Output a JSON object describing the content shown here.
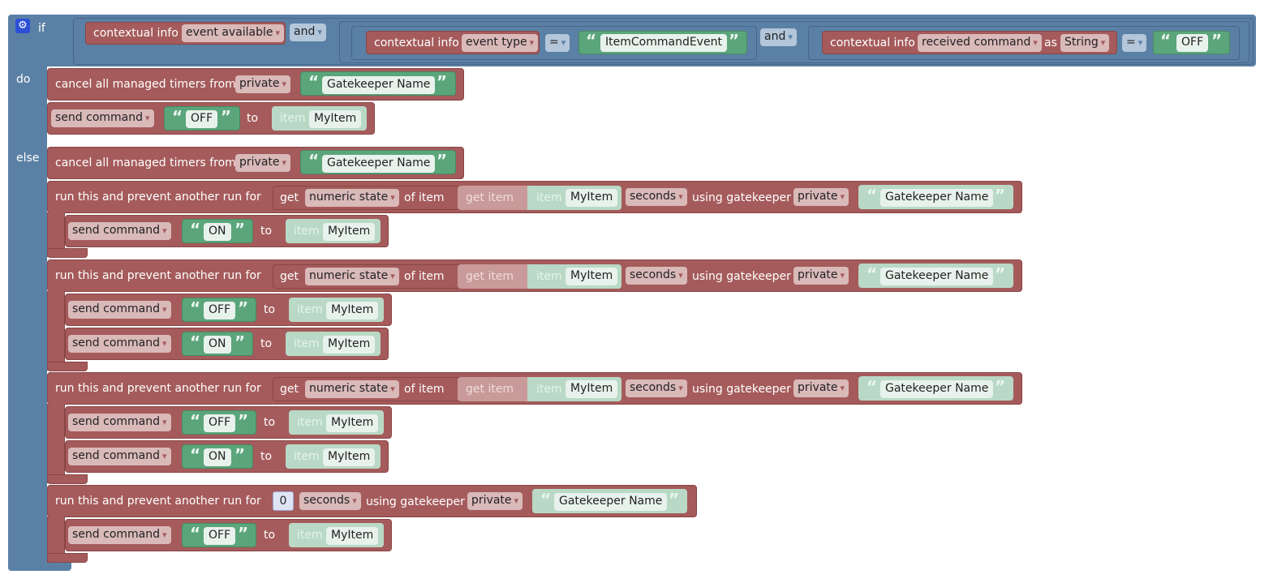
{
  "keywords": {
    "if": "if",
    "do": "do",
    "else": "else",
    "and": "and",
    "to": "to",
    "as": "as",
    "of_item": "of item",
    "get": "get",
    "get_item": "get item",
    "item": "item",
    "using_gatekeeper": "using gatekeeper"
  },
  "condition": {
    "contextual_info": "contextual info",
    "event_available": "event available",
    "event_type": "event type",
    "eq": "=",
    "item_command_event": "ItemCommandEvent",
    "received_command": "received command",
    "string_type": "String",
    "off": "OFF"
  },
  "do_branch": {
    "cancel_label": "cancel all managed timers from",
    "scope": "private",
    "gatekeeper_name": "Gatekeeper Name",
    "send_command": "send command",
    "cmd": "OFF",
    "item_name": "MyItem"
  },
  "else_branch": {
    "cancel_label": "cancel all managed timers from",
    "run_label": "run this and prevent another run for",
    "numeric_state": "numeric state",
    "seconds": "seconds",
    "scope": "private",
    "gatekeeper_name": "Gatekeeper Name",
    "send_command": "send command",
    "on": "ON",
    "off": "OFF",
    "item_name": "MyItem",
    "zero": "0"
  },
  "colors": {
    "logic": "#5b80a5",
    "openhab": "#a55b5b",
    "text": "#5ba57a",
    "item": "#b9d9c6"
  }
}
